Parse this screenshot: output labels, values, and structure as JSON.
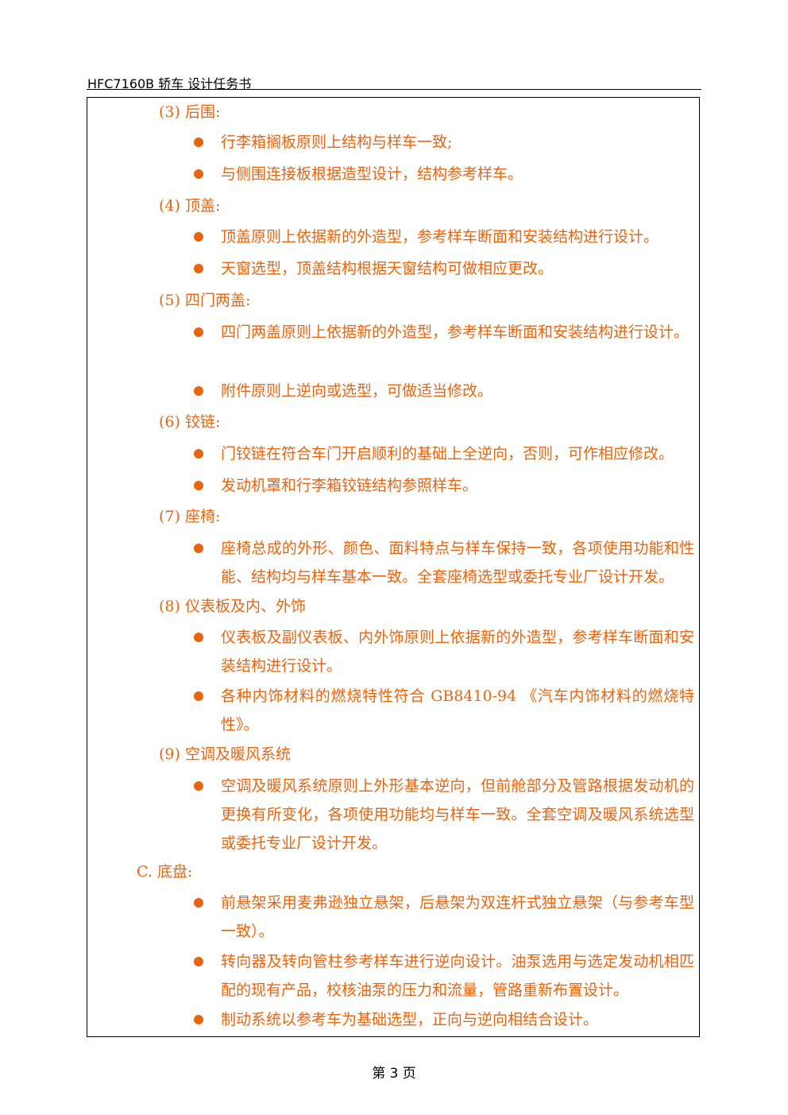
{
  "header": {
    "title": "HFC7160B 轿车 设计任务书"
  },
  "sections": {
    "rear_wall": {
      "heading": "(3) 后围:",
      "items": [
        "行李箱搁板原则上结构与样车一致;",
        "与侧围连接板根据造型设计，结构参考样车。"
      ]
    },
    "roof": {
      "heading": "(4) 顶盖:",
      "items": [
        "顶盖原则上依据新的外造型，参考样车断面和安装结构进行设计。",
        "天窗选型，顶盖结构根据天窗结构可做相应更改。"
      ]
    },
    "doors_lids": {
      "heading": "(5) 四门两盖:",
      "items": [
        "四门两盖原则上依据新的外造型，参考样车断面和安装结构进行设计。",
        "附件原则上逆向或选型，可做适当修改。"
      ]
    },
    "hinges": {
      "heading": "(6) 铰链:",
      "items": [
        "门铰链在符合车门开启顺利的基础上全逆向，否则，可作相应修改。",
        "发动机罩和行李箱铰链结构参照样车。"
      ]
    },
    "seats": {
      "heading": "(7) 座椅:",
      "items": [
        "座椅总成的外形、颜色、面料特点与样车保持一致，各项使用功能和性能、结构均与样车基本一致。全套座椅选型或委托专业厂设计开发。"
      ]
    },
    "instrument_panel": {
      "heading": "(8) 仪表板及内、外饰",
      "items": [
        "仪表板及副仪表板、内外饰原则上依据新的外造型，参考样车断面和安装结构进行设计。",
        "各种内饰材料的燃烧特性符合 GB8410-94 《汽车内饰材料的燃烧特性》。"
      ]
    },
    "hvac": {
      "heading": "(9) 空调及暖风系统",
      "items": [
        "空调及暖风系统原则上外形基本逆向，但前舱部分及管路根据发动机的更换有所变化，各项使用功能均与样车一致。全套空调及暖风系统选型或委托专业厂设计开发。"
      ]
    },
    "chassis": {
      "heading": "C. 底盘:",
      "items": [
        "前悬架采用麦弗逊独立悬架，后悬架为双连杆式独立悬架（与参考车型一致）。",
        "转向器及转向管柱参考样车进行逆向设计。油泵选用与选定发动机相匹配的现有产品，校核油泵的压力和流量，管路重新布置设计。",
        "制动系统以参考车为基础选型，正向与逆向相结合设计。"
      ]
    }
  },
  "footer": {
    "page_label": "第 3 页"
  },
  "colors": {
    "text_accent": "#e8650f",
    "rule": "#000000"
  }
}
